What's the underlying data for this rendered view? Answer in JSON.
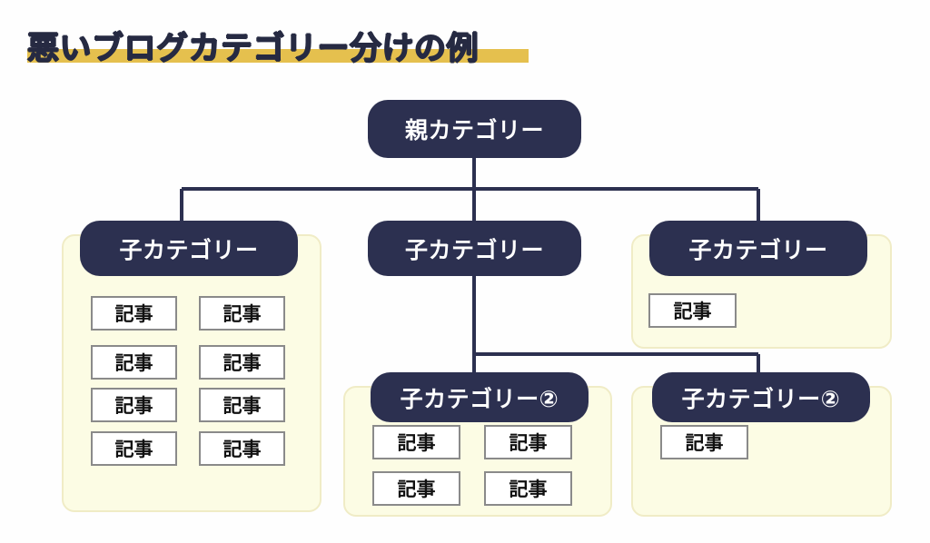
{
  "page": {
    "title": "悪いブログカテゴリー分けの例",
    "background_color": "#fefefe",
    "highlight_color": "#e5c04e",
    "node_color": "#2c3050",
    "group_box_color": "#fcfce4",
    "group_box_border_color": "#f0ecc6",
    "connector_color": "#2c3050",
    "article_border_color": "#8a8a8a"
  },
  "diagram": {
    "type": "tree",
    "root": {
      "label": "親カテゴリー"
    },
    "children": [
      {
        "id": "child-1",
        "label": "子カテゴリー",
        "articles": [
          "記事",
          "記事",
          "記事",
          "記事",
          "記事",
          "記事",
          "記事",
          "記事"
        ],
        "article_count": 8
      },
      {
        "id": "child-2",
        "label": "子カテゴリー",
        "articles": [],
        "article_count": 0
      },
      {
        "id": "child-3",
        "label": "子カテゴリー",
        "articles": [
          "記事"
        ],
        "article_count": 1
      }
    ],
    "grandchildren": [
      {
        "id": "grandchild-1",
        "label": "子カテゴリー②",
        "articles": [
          "記事",
          "記事",
          "記事",
          "記事"
        ],
        "article_count": 4
      },
      {
        "id": "grandchild-2",
        "label": "子カテゴリー②",
        "articles": [
          "記事"
        ],
        "article_count": 1
      }
    ]
  }
}
